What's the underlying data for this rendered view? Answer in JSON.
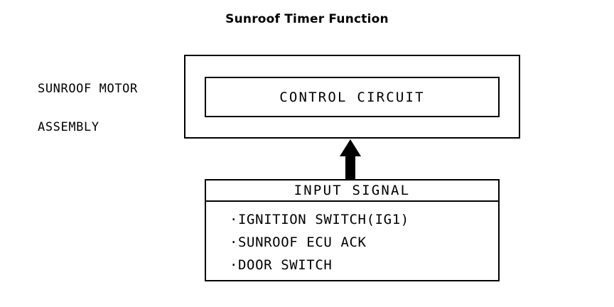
{
  "diagram": {
    "title": "Sunroof Timer Function",
    "assembly_label": {
      "line1": "SUNROOF MOTOR",
      "line2": "ASSEMBLY"
    },
    "control_circuit": {
      "label": "CONTROL CIRCUIT"
    },
    "arrow": {
      "icon": "arrow-up-icon",
      "direction": "up",
      "color": "#000000"
    },
    "input_signal": {
      "header": "INPUT SIGNAL",
      "bullet": "·",
      "items": [
        "IGNITION SWITCH(IG1)",
        "SUNROOF ECU ACK",
        "DOOR SWITCH"
      ]
    },
    "colors": {
      "background": "#ffffff",
      "line": "#000000",
      "text": "#000000"
    }
  }
}
